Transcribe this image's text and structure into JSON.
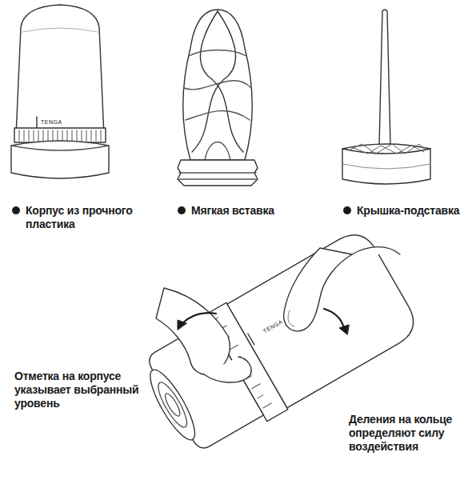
{
  "diagram": {
    "labels": [
      "TENGA",
      "Корпус из прочного пластика",
      "Мягкая вставка",
      "Крышка-подставка",
      "TENGA",
      "Отметка на корпусе указывает выбранный уровень",
      "Деления на кольце определяют силу воздействия"
    ]
  }
}
